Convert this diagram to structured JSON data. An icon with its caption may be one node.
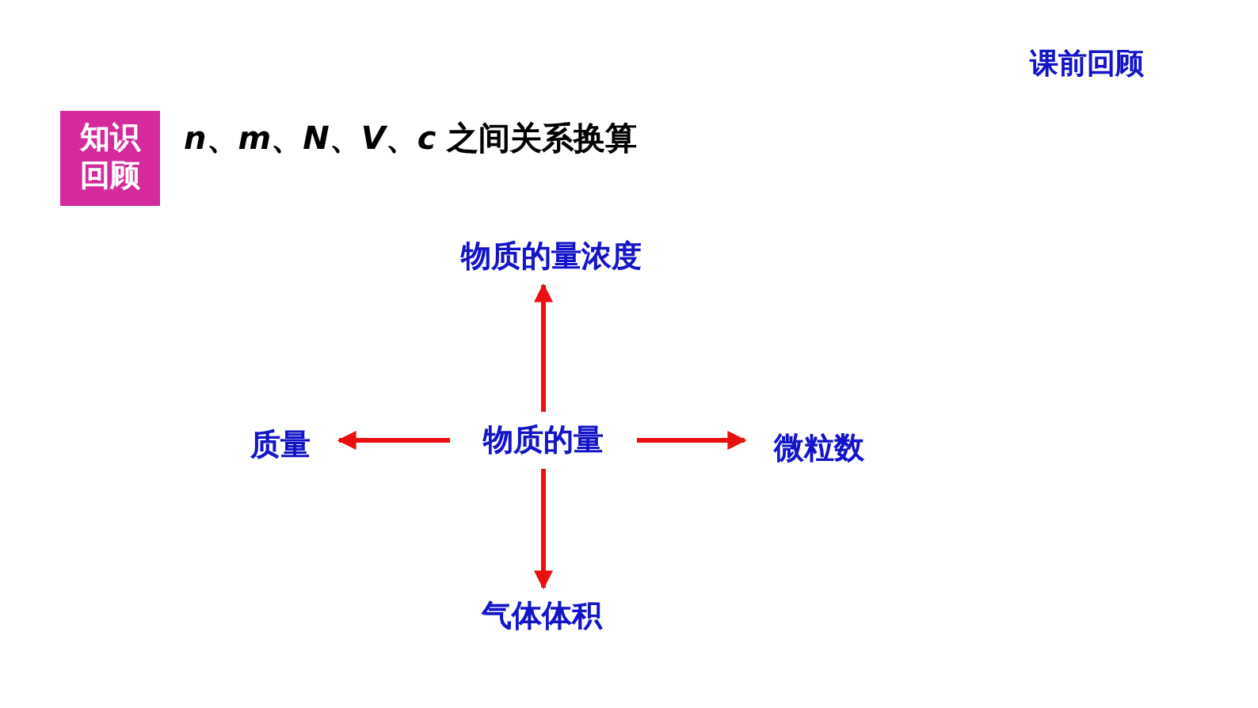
{
  "diagram": {
    "title": "*n*、*m*、*N*、*V*、*c* 之间关系换算",
    "nodes": [
      {
        "text": [
          "知识回顾"
        ]
      },
      {
        "text": [
          "物质的量浓度"
        ]
      },
      {
        "text": [
          "质量"
        ]
      },
      {
        "text": [
          "物质的量"
        ]
      },
      {
        "text": [
          "微粒数"
        ]
      },
      {
        "text": [
          "气体体积"
        ]
      }
    ],
    "edges": [
      {
        "from": 3,
        "to": 1,
        "arrow": "to"
      },
      {
        "from": 3,
        "to": 2,
        "arrow": "to"
      },
      {
        "from": 3,
        "to": 4,
        "arrow": "to"
      },
      {
        "from": 3,
        "to": 5,
        "arrow": "to"
      }
    ],
    "labels": [
      "课前回顾"
    ]
  }
}
